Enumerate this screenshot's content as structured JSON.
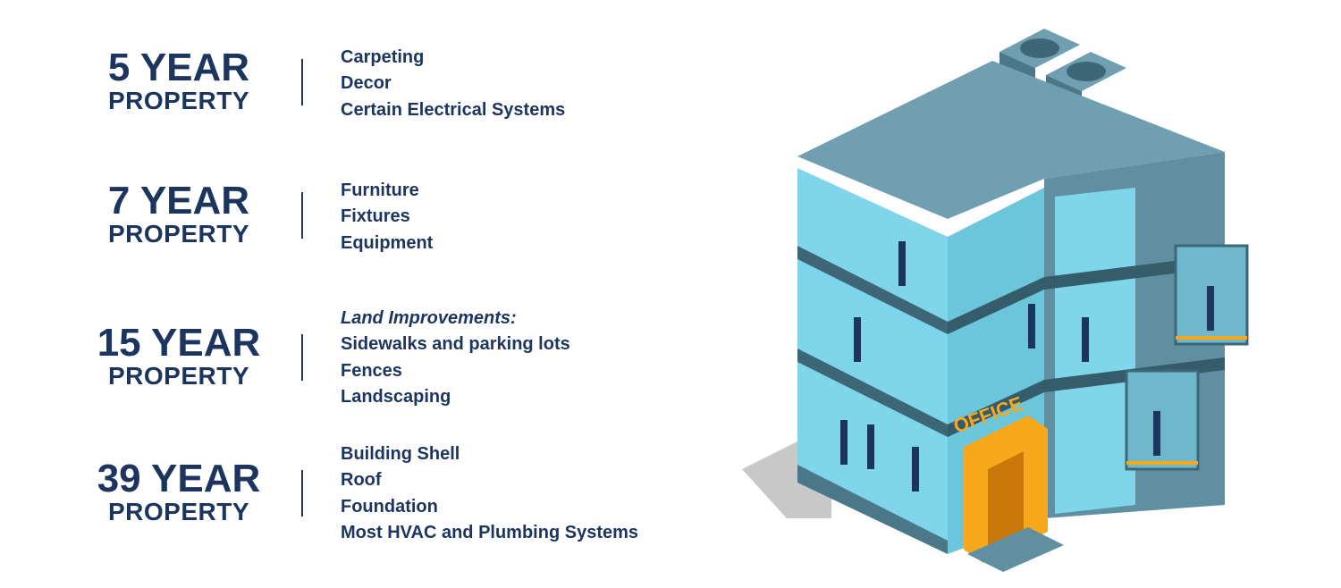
{
  "groups": [
    {
      "years": "5 YEAR",
      "label": "PROPERTY",
      "items": [
        "Carpeting",
        "Decor",
        "Certain Electrical Systems"
      ]
    },
    {
      "years": "7 YEAR",
      "label": "PROPERTY",
      "items": [
        "Furniture",
        "Fixtures",
        "Equipment"
      ]
    },
    {
      "years": "15 YEAR",
      "label": "PROPERTY",
      "heading": "Land Improvements:",
      "items": [
        "Sidewalks and parking lots",
        "Fences",
        "Landscaping"
      ]
    },
    {
      "years": "39 YEAR",
      "label": "PROPERTY",
      "items": [
        "Building Shell",
        "Roof",
        "Foundation",
        "Most HVAC and Plumbing Systems"
      ]
    }
  ],
  "illustration": {
    "sign_text": "OFFICE",
    "colors": {
      "navy": "#1c355e",
      "wall": "#5f8fa0",
      "roof": "#6f9fb0",
      "glass": "#7fd6ea",
      "door": "#f7a81b",
      "shadow": "#c8c8c8"
    }
  }
}
